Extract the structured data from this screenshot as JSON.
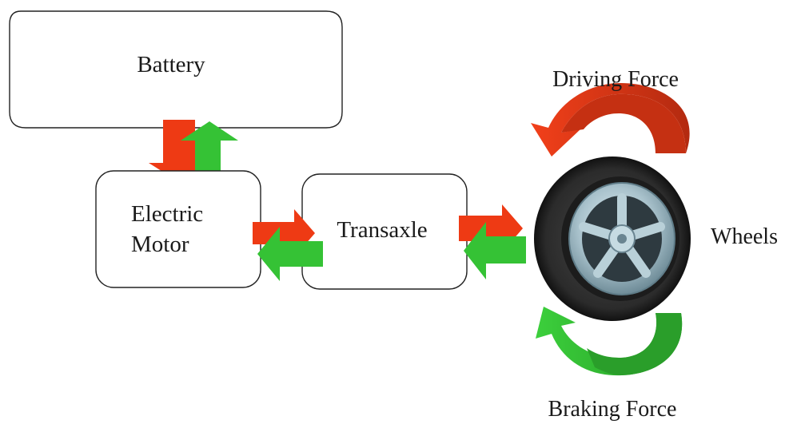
{
  "diagram": {
    "battery_label": "Battery",
    "motor_label_line1": "Electric",
    "motor_label_line2": "Motor",
    "transaxle_label": "Transaxle",
    "wheels_label": "Wheels",
    "driving_force_label": "Driving Force",
    "braking_force_label": "Braking Force"
  },
  "colors": {
    "drive_arrow": "#ee3a14",
    "brake_arrow": "#35c235",
    "box_stroke": "#222222",
    "tire": "#2a2a2a",
    "rim": "#a9c2cc"
  },
  "icons": {
    "wheel": "wheel-icon"
  }
}
